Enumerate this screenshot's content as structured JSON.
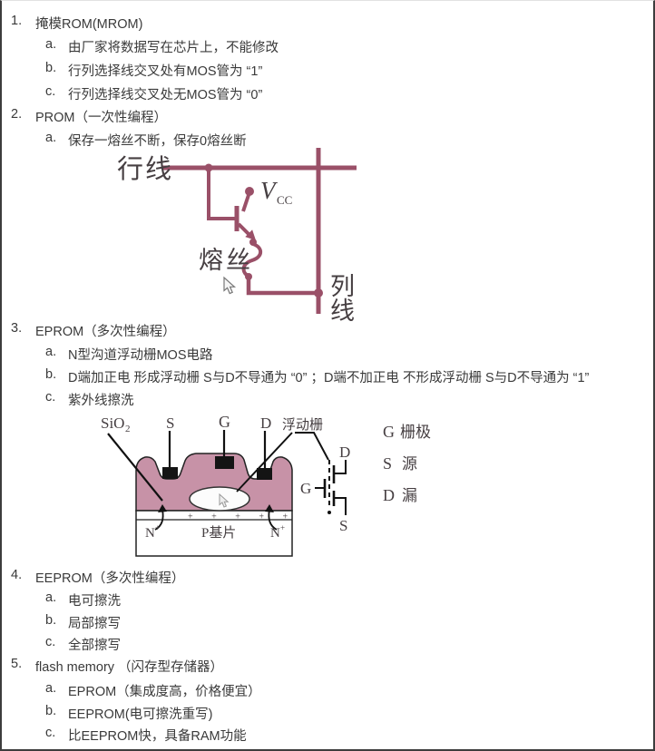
{
  "document": {
    "items": [
      {
        "number": "1.",
        "title": "掩模ROM(MROM)",
        "subs": [
          {
            "letter": "a.",
            "text": "由厂家将数据写在芯片上，不能修改"
          },
          {
            "letter": "b.",
            "text": "行列选择线交叉处有MOS管为 “1”"
          },
          {
            "letter": "c.",
            "text": "行列选择线交叉处无MOS管为 “0”"
          }
        ]
      },
      {
        "number": "2.",
        "title": "PROM（一次性编程）",
        "subs": [
          {
            "letter": "a.",
            "text": "保存一熔丝不断，保存0熔丝断"
          }
        ]
      },
      {
        "number": "3.",
        "title": "EPROM（多次性编程）",
        "subs": [
          {
            "letter": "a.",
            "text": "N型沟道浮动栅MOS电路"
          },
          {
            "letter": "b.",
            "text": "D端加正电 形成浮动栅 S与D不导通为 “0” ；D端不加正电 不形成浮动栅 S与D不导通为 “1”"
          },
          {
            "letter": "c.",
            "text": "紫外线擦洗"
          }
        ]
      },
      {
        "number": "4.",
        "title": "EEPROM（多次性编程）",
        "subs": [
          {
            "letter": "a.",
            "text": "电可擦洗"
          },
          {
            "letter": "b.",
            "text": "局部擦写"
          },
          {
            "letter": "c.",
            "text": "全部擦写"
          }
        ]
      },
      {
        "number": "5.",
        "title": "flash memory （闪存型存储器）",
        "subs": [
          {
            "letter": "a.",
            "text": "EPROM（集成度高，价格便宜）"
          },
          {
            "letter": "b.",
            "text": "EEPROM(电可擦洗重写)"
          },
          {
            "letter": "c.",
            "text": "比EEPROM快，具备RAM功能"
          }
        ]
      }
    ]
  },
  "fuse_diagram": {
    "row_line_label": "行线",
    "fuse_label": "熔丝",
    "col_line_label_line1": "列",
    "col_line_label_line2": "线",
    "vcc_label": "V",
    "vcc_subscript": "CC",
    "wire_color": "#9a5068"
  },
  "eprom_diagram": {
    "sio2_label": "SiO",
    "sio2_subscript": "2",
    "source_label": "S",
    "gate_label": "G",
    "drain_label": "D",
    "floating_gate_label": "浮动栅",
    "n_plus_left": "N",
    "n_plus_left_sup": "+",
    "n_plus_right": "N",
    "n_plus_right_sup": "+",
    "substrate_label": "P基片",
    "plus_marks": "+  +  +  +  +",
    "symbol": {
      "drain": "D",
      "source": "S",
      "gate": "G"
    },
    "legend": [
      {
        "abbr": "G",
        "name": "栅极"
      },
      {
        "abbr": "S",
        "name": "源"
      },
      {
        "abbr": "D",
        "name": "漏"
      }
    ],
    "oxide_color": "#c792a7"
  }
}
